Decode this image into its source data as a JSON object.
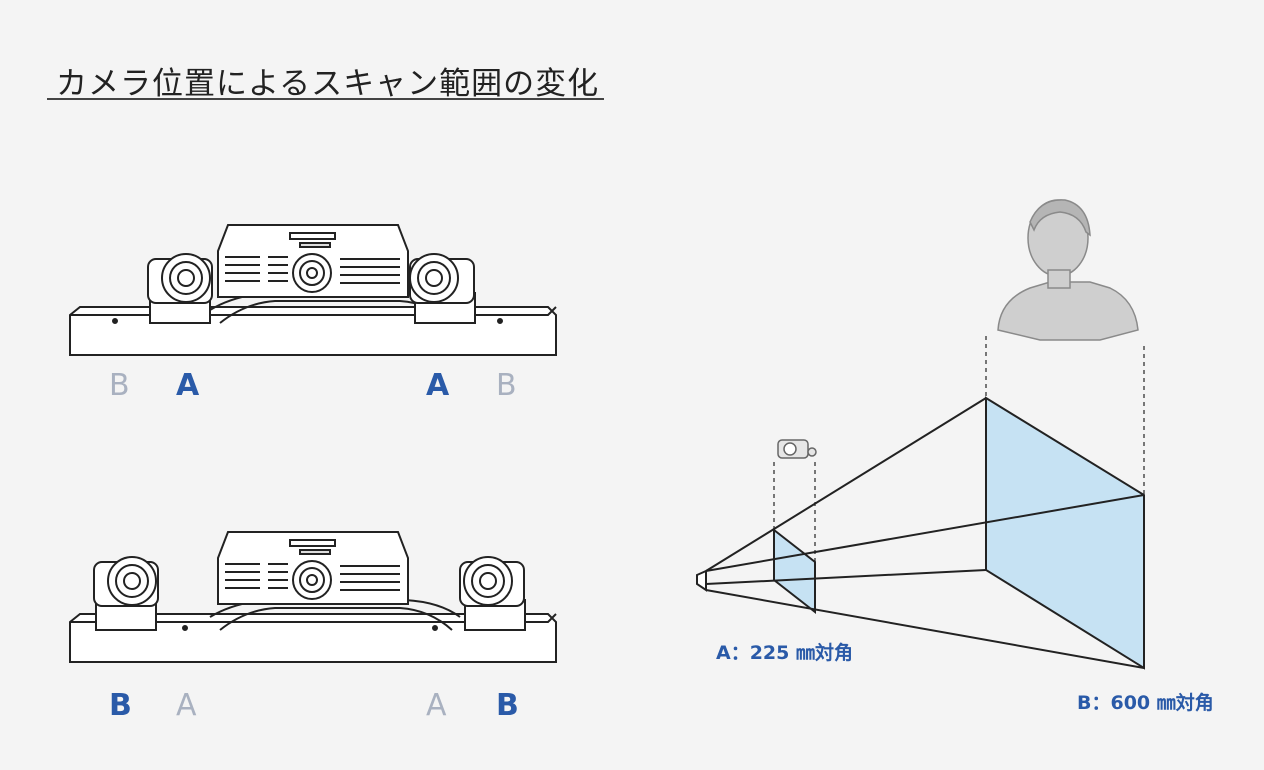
{
  "title": "カメラ位置によるスキャン範囲の変化",
  "rows": [
    {
      "labels": [
        "B",
        "A",
        "A",
        "B"
      ],
      "active": [
        "A"
      ]
    },
    {
      "labels": [
        "B",
        "A",
        "A",
        "B"
      ],
      "active": [
        "B"
      ]
    }
  ],
  "captions": {
    "a": "A：225 ㎜対角",
    "b": "B：600 ㎜対角"
  },
  "colors": {
    "active_label": "#2a5aa8",
    "dim_label": "#a9b1c0",
    "scan_fill": "#c6e2f3"
  },
  "icons": [
    "scanner-bar-icon",
    "small-camera-icon",
    "head-bust-icon"
  ]
}
